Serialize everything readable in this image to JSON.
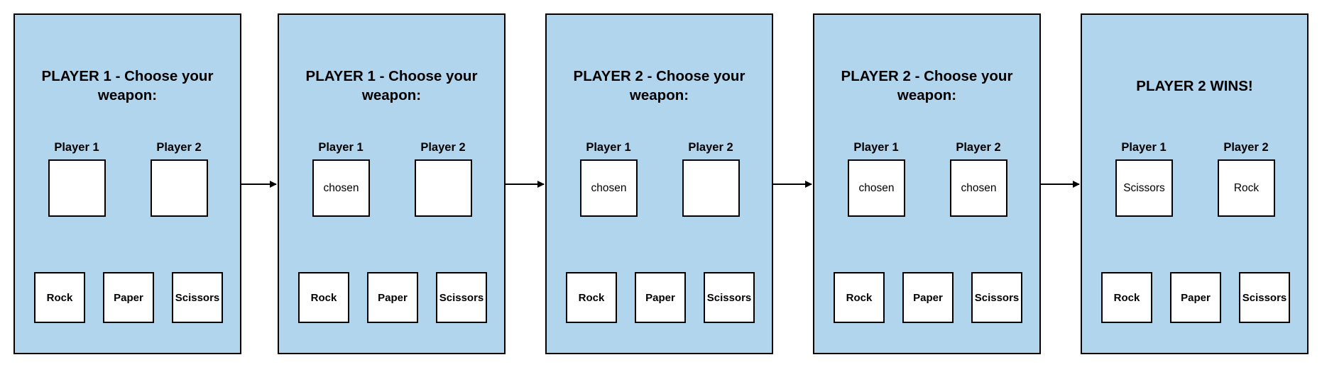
{
  "panels": [
    {
      "title": "PLAYER 1 - Choose your weapon:",
      "player1_label": "Player 1",
      "player2_label": "Player 2",
      "player1_slot": "",
      "player2_slot": "",
      "weapons": {
        "rock": "Rock",
        "paper": "Paper",
        "scissors": "Scissors"
      }
    },
    {
      "title": "PLAYER 1 - Choose your weapon:",
      "player1_label": "Player 1",
      "player2_label": "Player 2",
      "player1_slot": "chosen",
      "player2_slot": "",
      "weapons": {
        "rock": "Rock",
        "paper": "Paper",
        "scissors": "Scissors"
      }
    },
    {
      "title": "PLAYER 2 - Choose your weapon:",
      "player1_label": "Player 1",
      "player2_label": "Player 2",
      "player1_slot": "chosen",
      "player2_slot": "",
      "weapons": {
        "rock": "Rock",
        "paper": "Paper",
        "scissors": "Scissors"
      }
    },
    {
      "title": "PLAYER 2 - Choose your weapon:",
      "player1_label": "Player 1",
      "player2_label": "Player 2",
      "player1_slot": "chosen",
      "player2_slot": "chosen",
      "weapons": {
        "rock": "Rock",
        "paper": "Paper",
        "scissors": "Scissors"
      }
    },
    {
      "title": "PLAYER 2 WINS!",
      "player1_label": "Player 1",
      "player2_label": "Player 2",
      "player1_slot": "Scissors",
      "player2_slot": "Rock",
      "weapons": {
        "rock": "Rock",
        "paper": "Paper",
        "scissors": "Scissors"
      }
    }
  ],
  "colors": {
    "panel_fill": "#b2d5ee",
    "border": "#000000",
    "slot_fill": "#ffffff"
  }
}
